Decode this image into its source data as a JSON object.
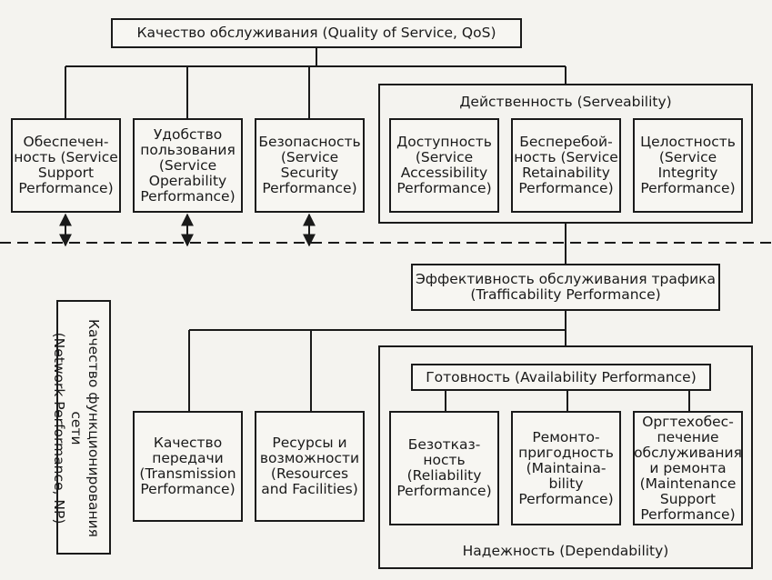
{
  "top": {
    "qos": "Качество обслуживания (Quality of Service, QoS)"
  },
  "service": {
    "support": "Обеспечен-\nность (Service\nSupport\nPerformance)",
    "operability": "Удобство\nпользования\n(Service\nOperability\nPerformance)",
    "security": "Безопасность\n(Service\nSecurity\nPerformance)"
  },
  "serveability": {
    "title": "Действенность (Serveability)",
    "accessibility": "Доступность\n(Service\nAccessibility\nPerformance)",
    "retainability": "Бесперебой-\nность (Service\nRetainability\nPerformance)",
    "integrity": "Целостность\n(Service\nIntegrity\nPerformance)"
  },
  "trafficability": "Эффективность обслуживания трафика\n(Trafficability Performance)",
  "network": {
    "np_label": "Качество функционирования сети\n(Network Performance, NP)",
    "transmission": "Качество\nпередачи\n(Transmission\nPerformance)",
    "resources": "Ресурсы и\nвозможности\n(Resources\nand Facilities)"
  },
  "dependability": {
    "title": "Надежность (Dependability)",
    "availability": "Готовность (Availability Performance)",
    "reliability": "Безотказ-\nность\n(Reliability\nPerformance)",
    "maintainability": "Ремонто-\nпригодность\n(Maintaina-\nbility\nPerformance)",
    "maintenance_support": "Оргтехобес-\nпечение\nобслуживания\nи ремонта\n(Maintenance\nSupport\nPerformance)"
  }
}
